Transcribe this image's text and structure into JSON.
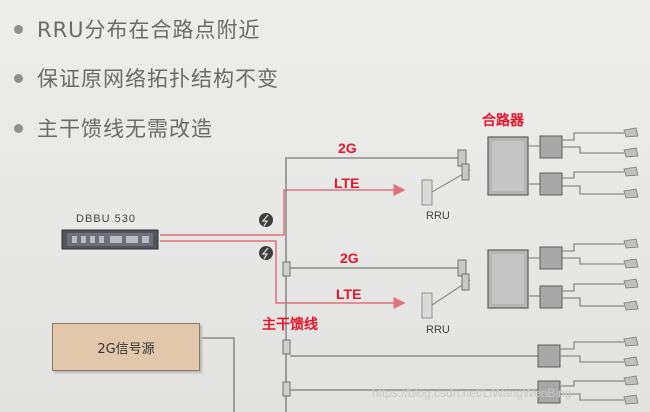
{
  "bullets": [
    "RRU分布在合路点附近",
    "保证原网络拓扑结构不变",
    "主干馈线无需改造"
  ],
  "labels": {
    "combiner": "合路器",
    "band_2g_top": "2G",
    "band_lte_top": "LTE",
    "band_2g_bottom": "2G",
    "band_lte_bottom": "LTE",
    "main_feeder": "主干馈线"
  },
  "devices": {
    "dbbu": "DBBU 530",
    "rru_top": "RRU",
    "rru_bottom": "RRU",
    "signal_source": "2G信号源"
  },
  "watermark": "https://blog.csdn.net/LiWangWenBing",
  "colors": {
    "lte_line": "#e0707a",
    "feeder_line": "#8a8a8a",
    "label_red": "#e8152a",
    "source_box": "#e2c7ab"
  }
}
